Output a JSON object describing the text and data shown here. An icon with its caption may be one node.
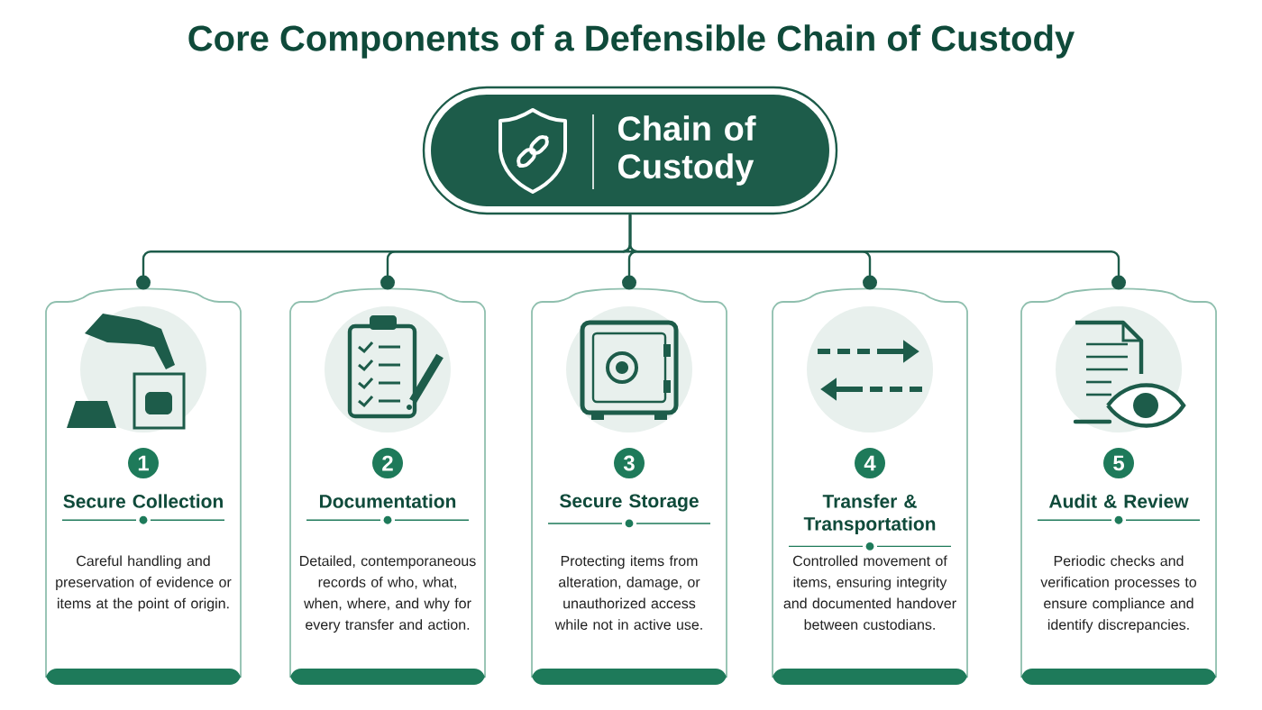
{
  "diagram": {
    "title": "Core Components of a Defensible Chain of Custody",
    "nodes": [
      {
        "text": [
          "Chain of Custody"
        ]
      },
      {
        "text": [
          "1",
          "Secure Collection",
          "Careful handling and preservation of evidence or items at the point of origin."
        ]
      },
      {
        "text": [
          "2",
          "Documentation",
          "Detailed, contemporaneous records of who, what, when, where, and why for every transfer and action."
        ]
      },
      {
        "text": [
          "3",
          "Secure Storage",
          "Protecting items from alteration, damage, or unauthorized access while not in active use."
        ]
      },
      {
        "text": [
          "4",
          "Transfer & Transportation",
          "Controlled movement of items, ensuring integrity and documented handover between custodians."
        ]
      },
      {
        "text": [
          "5",
          "Audit & Review",
          "Periodic checks and verification processes to ensure compliance and identify discrepancies."
        ]
      }
    ],
    "edges": [
      {
        "from": 0,
        "to": 1,
        "arrow": "other"
      },
      {
        "from": 0,
        "to": 2,
        "arrow": "other"
      },
      {
        "from": 0,
        "to": 3,
        "arrow": "other"
      },
      {
        "from": 0,
        "to": 4,
        "arrow": "other"
      },
      {
        "from": 0,
        "to": 5,
        "arrow": "other"
      }
    ]
  }
}
